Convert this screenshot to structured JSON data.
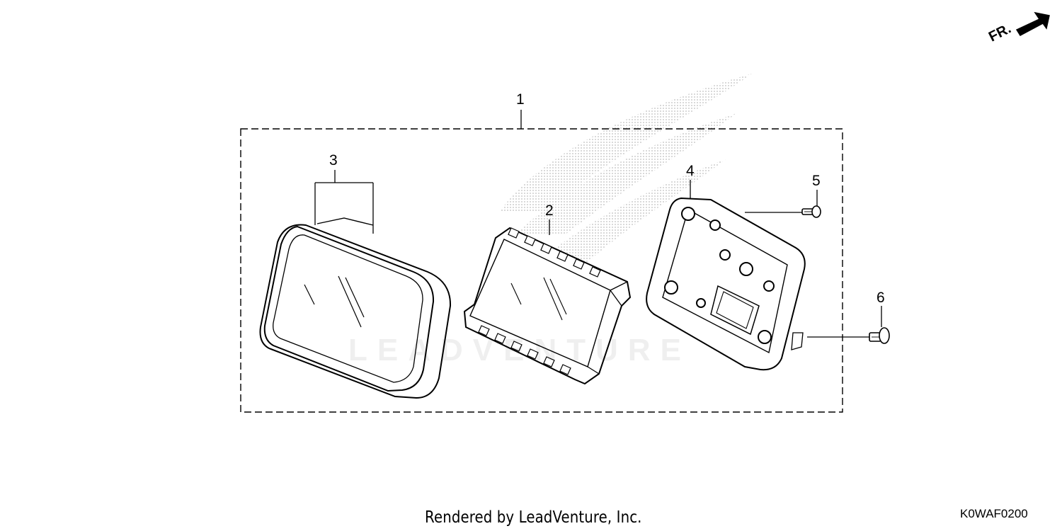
{
  "callouts": {
    "assembly": "1",
    "inner_unit": "2",
    "lens_cover": "3",
    "case": "4",
    "screw_small": "5",
    "screw_large": "6"
  },
  "footer": {
    "credit": "Rendered by LeadVenture, Inc.",
    "diagram_code": "K0WAF0200"
  },
  "orientation": {
    "label": "FR."
  },
  "watermark": {
    "text": "LEADVENTURE"
  },
  "colors": {
    "line": "#000000",
    "background": "#ffffff",
    "watermark": "#e6e6e6"
  }
}
